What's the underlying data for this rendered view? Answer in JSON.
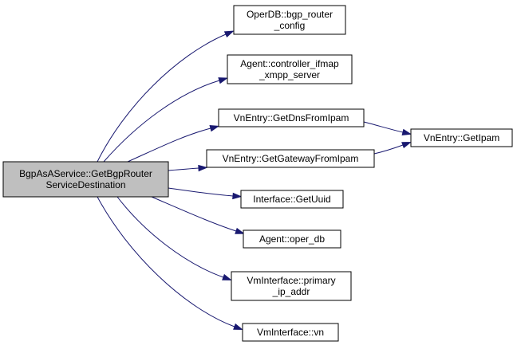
{
  "colors": {
    "root_fill": "#bfbfbf",
    "node_fill": "#ffffff",
    "edge": "#191970"
  },
  "nodes": [
    {
      "id": "root",
      "lines": [
        "BgpAsAService::GetBgpRouter",
        "ServiceDestination"
      ]
    },
    {
      "id": "n1",
      "lines": [
        "OperDB::bgp_router",
        "_config"
      ]
    },
    {
      "id": "n2",
      "lines": [
        "Agent::controller_ifmap",
        "_xmpp_server"
      ]
    },
    {
      "id": "n3",
      "lines": [
        "VnEntry::GetDnsFromIpam"
      ]
    },
    {
      "id": "n4",
      "lines": [
        "VnEntry::GetGatewayFromIpam"
      ]
    },
    {
      "id": "n5",
      "lines": [
        "VnEntry::GetIpam"
      ]
    },
    {
      "id": "n6",
      "lines": [
        "Interface::GetUuid"
      ]
    },
    {
      "id": "n7",
      "lines": [
        "Agent::oper_db"
      ]
    },
    {
      "id": "n8",
      "lines": [
        "VmInterface::primary",
        "_ip_addr"
      ]
    },
    {
      "id": "n9",
      "lines": [
        "VmInterface::vn"
      ]
    }
  ],
  "edges": [
    {
      "from": "root",
      "to": "n1"
    },
    {
      "from": "root",
      "to": "n2"
    },
    {
      "from": "root",
      "to": "n3"
    },
    {
      "from": "root",
      "to": "n4"
    },
    {
      "from": "root",
      "to": "n6"
    },
    {
      "from": "root",
      "to": "n7"
    },
    {
      "from": "root",
      "to": "n8"
    },
    {
      "from": "root",
      "to": "n9"
    },
    {
      "from": "n3",
      "to": "n5"
    },
    {
      "from": "n4",
      "to": "n5"
    }
  ]
}
